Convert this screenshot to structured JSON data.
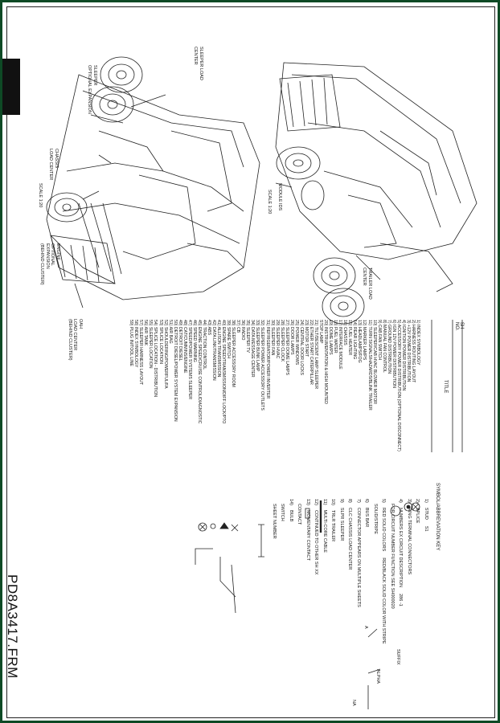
{
  "sheet": {
    "file_name": "PD8A3417.FRM"
  },
  "drawing_left": {
    "scale": "SCALE 1:20",
    "labels": {
      "sleeper_load_center": "SLEEPER LOAD\nCENTER",
      "sleeper_optional": "SLEEPER\nOPTIONAL EXPANSION",
      "chassis_load_center": "CHASSIS\nLOAD CENTER",
      "engine_expansion": "ENGINE\nOPTIONAL\nEXPANSION\n(BEHIND CLUSTER)",
      "oah_load_center": "OAH\nLOAD CENTER\n(BEHIND CLUSTER)"
    }
  },
  "drawing_right": {
    "scale": "SCALE 1:20",
    "labels": {
      "module_ids": "MODULE IDS",
      "trailer_load_center": "TRAILER LOAD\nCENTER"
    }
  },
  "title_block": {
    "sh_header": "SH\nNO.",
    "title_header": "TITLE",
    "items": [
      "1) INDEX SYMBOLOGY",
      "2) HARNESS ROUTING LAYOUT",
      "3) +12V POWER DISTRIBUTION",
      "4) IGNITION POWER DISTRIBUTION",
      "5) ACCESSORY POWER DISTRIBUTION (OPTIONAL DISCONNECT)",
      "6) IGN 12V POWER DISTRIBUTION",
      "7) GROUND DISTRIBUTION",
      "8) MANUAL FAN CONTROL",
      "9) CAB FAN SWITCH",
      "10) SLEEPER/CAB HVAC BLOWER MOTOR",
      "11) TURN SIGNALS/HAZARDS/BLINK TRAILER",
      "12) MARKER LAMPS",
      "13) HEADLAMPS/FOG",
      "14) REAR LIGHTING",
      "15) FUEL HEATER",
      "16) CHASSIS",
      "17) INTERFACE MODULE",
      "18) FUEL WATER",
      "19) DOME LAMPS",
      "20) INSTRUMENTATION & HIGH MOUNTED",
      "    STOP LAMP",
      "21) TILT/DESCENT LAMP SLEEPER",
      "22) ETHER START CATERPILLAR",
      "23) MOTOR START",
      "24) CENTRAL DOOR LOCKS",
      "25) POWER WINDOWS",
      "26) DOOR LAMPS",
      "27) SLEEPER DOME LAMPS",
      "28) SLEEPER CLOCK",
      "29) SLEEPER HVAC",
      "30) SLEEPER FAN",
      "31) REFRIGERATOR/POWER INVERTER",
      "32) SLEEPER POWER ACCESSORY OUTLETS",
      "33) SLEEPER BUNK LAMP",
      "34) DATA MESSAGE CENTER",
      "35) SLEEPER TV",
      "36) RADIO",
      "37) CB",
      "38) SLEEPER ACCESSORY ROOM",
      "39) SPARE SWITCH",
      "40) ENGINE SPEED/TRANSMISSION/DIFF LOCK/PTO",
      "41) ALLISON TRANSMISSION",
      "42) DATA LINK/TRANSMISSION",
      "43) ABS",
      "44) TRACTION CONTROL",
      "45) ENGINE SPEED/CRUISE CONTROL/DIAGNOSTIC",
      "46) SPEED WARNING",
      "47) SPEED/POWER SYSTEMS SLEEPER",
      "48) CAT/CUMMINS/ENGINE",
      "49) DETROIT DIESEL",
      "50) DETROIT DIESEL/POWER SYSTEM EXPANSION",
      "51) AIR BAG",
      "52) SHOULDERING/POWERFUL/FA",
      "53) SPLICE LOCATION",
      "54) SPLICE LOCATION - DISTRIBUTION",
      "55) SLEEPER LOCATION",
      "56) AIR TANK",
      "57) SLEEPER HARNESS LAYOUT",
      "58) INDEX SYMBOLOGY",
      "59) PLUG IN/TOOL LINE"
    ]
  },
  "symbology": {
    "header": "SYMBOL/ABBREVIATION KEY",
    "items": [
      {
        "num": "1)",
        "text": "STUD",
        "sub": "S1"
      },
      {
        "num": "2)",
        "text": "SPLICE"
      },
      {
        "num": "3)",
        "text": "RING TERMINAL CONNECTORS"
      },
      {
        "num": "4)",
        "text": "NUMBERS EX   CIRCUIT DESCRIPTION",
        "sub": "286     -1"
      },
      {
        "num": "",
        "text": "FOR CIRCUIT NUMBER FUNCTION SEE SH000020"
      },
      {
        "num": "5)",
        "text": "RED   SOLID COLORS",
        "sub": "RED/BLACK SOLID COLOR WITH STRIPE"
      },
      {
        "num": "",
        "text": "SOLID/STRIPE"
      },
      {
        "num": "6)",
        "text": "BUS BAR"
      },
      {
        "num": "7)",
        "text": "CONNECTOR APPEARS ON MULTIPLE SHEETS"
      },
      {
        "num": "8)",
        "text": "CLC   CHASSIS LOAD CENTER"
      },
      {
        "num": "9)",
        "text": "SLPR   SLEEPER"
      },
      {
        "num": "10)",
        "text": "TRLR   TRAILER"
      },
      {
        "num": "11)",
        "text": "MULTI-CORE CABLE"
      },
      {
        "num": "12)",
        "text": "CONTINUED TO OTHER SH XX"
      },
      {
        "num": "13)",
        "text": "MOMENTARY CONTACT"
      },
      {
        "num": "",
        "text": "CONTACT"
      },
      {
        "num": "14)",
        "text": "BULB"
      },
      {
        "num": "",
        "text": "SWITCH"
      },
      {
        "num": "",
        "text": "SHEET NUMBER"
      }
    ],
    "connector_key": {
      "suffix": "SUFFIX",
      "alpha": "ALPHA",
      "na": "NA",
      "a": "A"
    }
  }
}
